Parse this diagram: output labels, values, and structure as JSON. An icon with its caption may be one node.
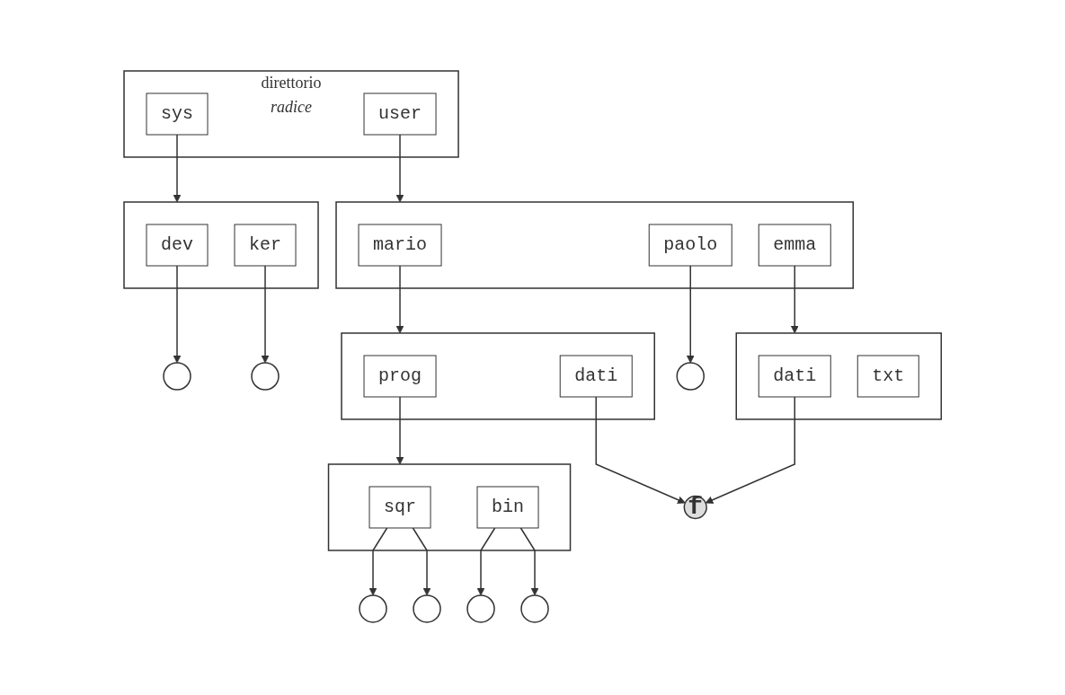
{
  "diagram": {
    "nodes": [
      {
        "text": [],
        "shape": "box",
        "beside": [
          "direttorio",
          "radice"
        ]
      },
      {
        "text": [
          "sys"
        ],
        "in": 0
      },
      {
        "text": [
          "user"
        ],
        "in": 0
      },
      {
        "text": [],
        "shape": "box"
      },
      {
        "text": [
          "dev"
        ],
        "in": 3
      },
      {
        "text": [
          "ker"
        ],
        "in": 3
      },
      {
        "text": [],
        "shape": "box"
      },
      {
        "text": [
          "mario"
        ],
        "in": 6
      },
      {
        "text": [
          "paolo"
        ],
        "in": 6
      },
      {
        "text": [
          "emma"
        ],
        "in": 6
      },
      {
        "text": [],
        "shape": "circle"
      },
      {
        "text": [],
        "shape": "circle"
      },
      {
        "text": [],
        "shape": "box"
      },
      {
        "text": [
          "prog"
        ],
        "in": 12
      },
      {
        "text": [
          "dati"
        ],
        "in": 12
      },
      {
        "text": [],
        "shape": "circle"
      },
      {
        "text": [],
        "shape": "box"
      },
      {
        "text": [
          "dati"
        ],
        "in": 16
      },
      {
        "text": [
          "txt"
        ],
        "in": 16
      },
      {
        "text": [],
        "shape": "box"
      },
      {
        "text": [
          "sqr"
        ],
        "in": 19
      },
      {
        "text": [
          "bin"
        ],
        "in": 19
      },
      {
        "text": [
          "f"
        ]
      },
      {
        "text": [],
        "shape": "circle"
      },
      {
        "text": [],
        "shape": "circle"
      },
      {
        "text": [],
        "shape": "circle"
      },
      {
        "text": [],
        "shape": "circle"
      }
    ],
    "edges": [
      {
        "from": 1,
        "to": 3,
        "arrow": "to"
      },
      {
        "from": 2,
        "to": 6,
        "arrow": "to"
      },
      {
        "from": 4,
        "to": 10,
        "arrow": "to"
      },
      {
        "from": 5,
        "to": 11,
        "arrow": "to"
      },
      {
        "from": 7,
        "to": 12,
        "arrow": "to"
      },
      {
        "from": 8,
        "to": 15,
        "arrow": "to"
      },
      {
        "from": 9,
        "to": 16,
        "arrow": "to"
      },
      {
        "from": 13,
        "to": 19,
        "arrow": "to"
      },
      {
        "from": 14,
        "to": 22,
        "arrow": "to"
      },
      {
        "from": 17,
        "to": 22,
        "arrow": "to"
      },
      {
        "from": 20,
        "to": 23,
        "arrow": "to"
      },
      {
        "from": 20,
        "to": 24,
        "arrow": "to"
      },
      {
        "from": 21,
        "to": 25,
        "arrow": "to"
      },
      {
        "from": 21,
        "to": 26,
        "arrow": "to"
      }
    ]
  }
}
